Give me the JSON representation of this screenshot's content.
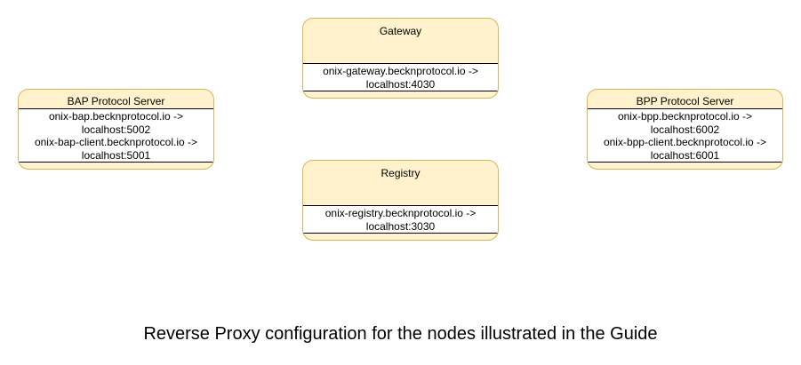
{
  "nodes": {
    "gateway": {
      "title": "Gateway",
      "lines": [
        "onix-gateway.becknprotocol.io ->",
        "localhost:4030"
      ]
    },
    "bap": {
      "title": "BAP Protocol Server",
      "lines": [
        "onix-bap.becknprotocol.io ->",
        "localhost:5002",
        "onix-bap-client.becknprotocol.io ->",
        "localhost:5001"
      ]
    },
    "bpp": {
      "title": "BPP Protocol Server",
      "lines": [
        "onix-bpp.becknprotocol.io ->",
        "localhost:6002",
        "onix-bpp-client.becknprotocol.io ->",
        "localhost:6001"
      ]
    },
    "registry": {
      "title": "Registry",
      "lines": [
        "onix-registry.becknprotocol.io ->",
        "localhost:3030"
      ]
    }
  },
  "caption": "Reverse Proxy configuration for the nodes illustrated in the Guide",
  "colors": {
    "node_fill": "#fff2cc",
    "node_border": "#d6b656",
    "body_fill": "#ffffff",
    "body_border": "#000000"
  }
}
